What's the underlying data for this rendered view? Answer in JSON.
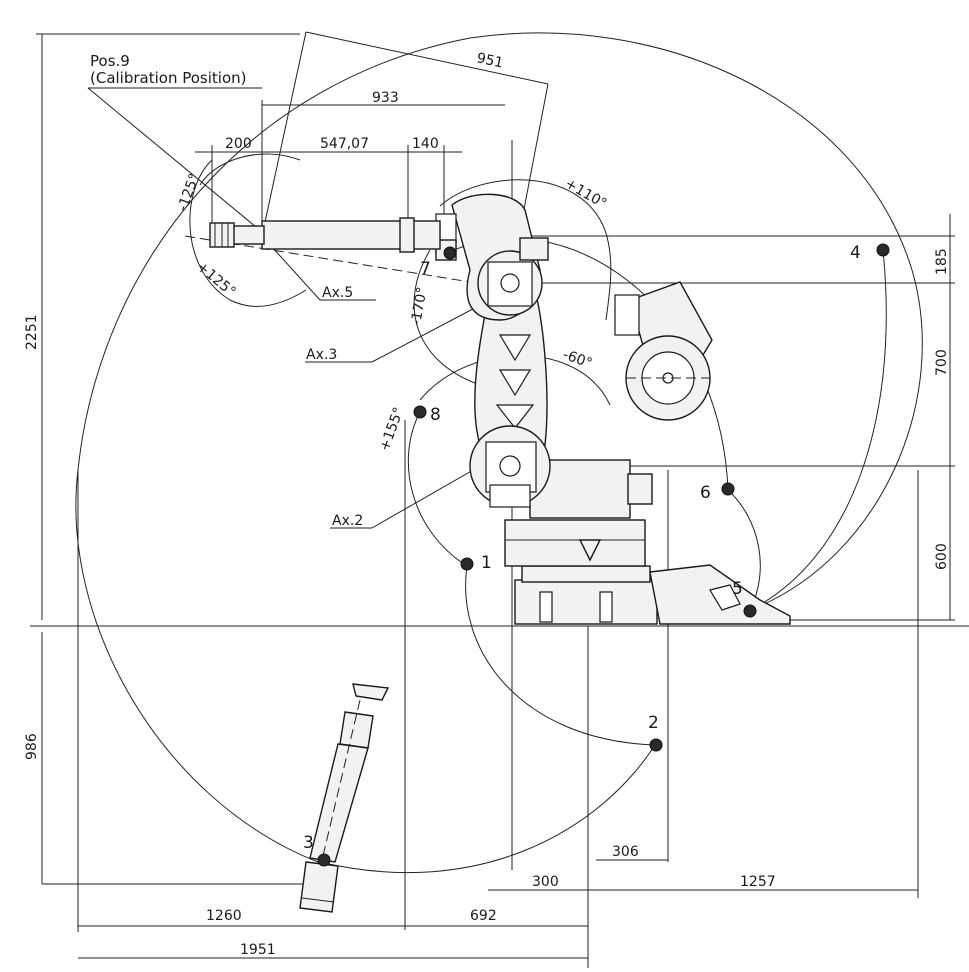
{
  "calibration": {
    "line1": "Pos.9",
    "line2": "(Calibration Position)"
  },
  "axes": {
    "ax5": "Ax.5",
    "ax3": "Ax.3",
    "ax2": "Ax.2"
  },
  "angles": {
    "a_neg125": "-125°",
    "a_pos125": "+125°",
    "a_pos110": "+110°",
    "a_neg170": "-170°",
    "a_neg60": "-60°",
    "a_pos155": "+155°"
  },
  "dimensions": {
    "d951": "951",
    "d933": "933",
    "d200": "200",
    "d547": "547,07",
    "d140": "140",
    "d2251": "2251",
    "d986": "986",
    "d185": "185",
    "d700": "700",
    "d600": "600",
    "d306": "306",
    "d300": "300",
    "d1257": "1257",
    "d1260": "1260",
    "d692": "692",
    "d1951": "1951"
  },
  "positions": [
    "1",
    "2",
    "3",
    "4",
    "5",
    "6",
    "7",
    "8"
  ]
}
